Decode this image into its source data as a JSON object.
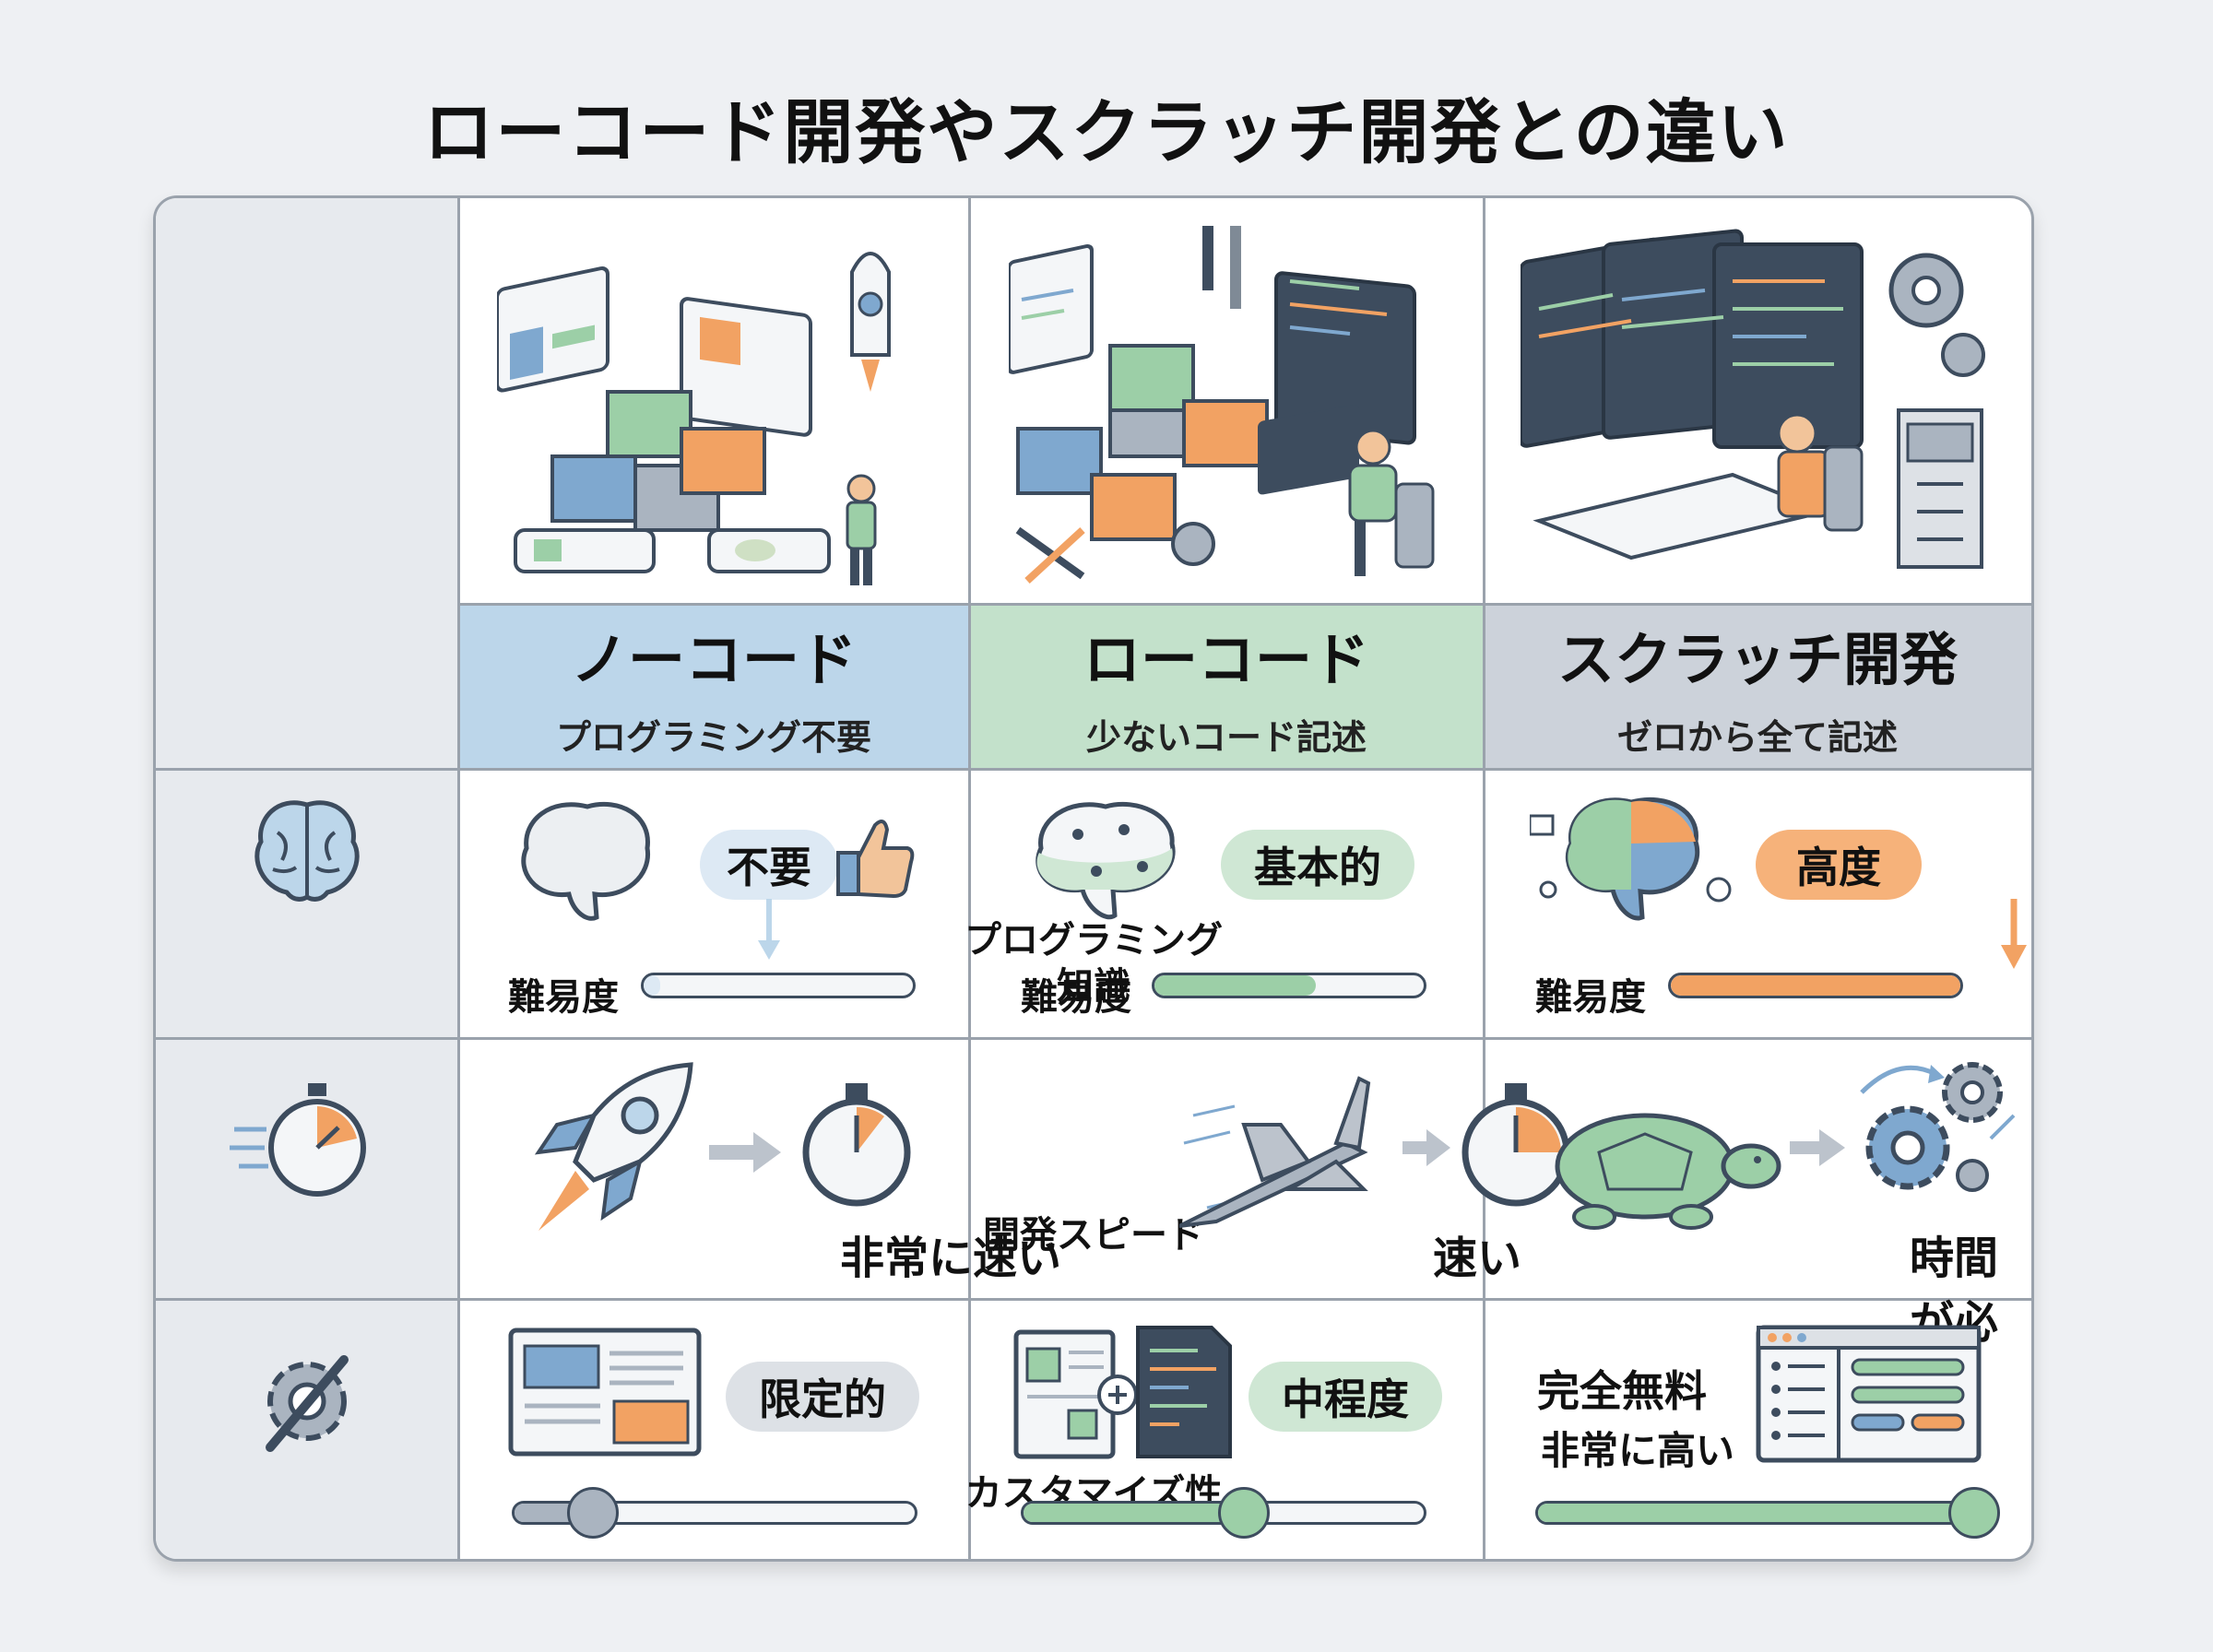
{
  "title": "ローコード開発やスクラッチ開発との違い",
  "columns": [
    {
      "name": "ノーコード",
      "sub": "プログラミング不要",
      "color": "#bcd6ea"
    },
    {
      "name": "ローコード",
      "sub": "少ないコード記述",
      "color": "#c3e1cb"
    },
    {
      "name": "スクラッチ開発",
      "sub": "ゼロから全て記述",
      "color": "#ccd2da"
    }
  ],
  "rows": {
    "knowledge": {
      "label_line1": "プログラミング",
      "label_line2": "知識",
      "icon": "brain-icon",
      "difficulty_label": "難易度",
      "values": [
        "不要",
        "基本的",
        "高度"
      ],
      "difficulty": [
        0.06,
        0.6,
        1.0
      ],
      "colors": [
        "#dde9f4",
        "#cfe7d4",
        "#f6b27a"
      ]
    },
    "speed": {
      "label": "開発スピード",
      "icon": "stopwatch-icon",
      "values": [
        "非常に速い",
        "速い",
        "時間が必要"
      ],
      "visuals": [
        "rocket-icon",
        "jet-icon",
        "turtle-icon"
      ]
    },
    "customization": {
      "label": "カスタマイズ性",
      "icon": "gear-wrench-icon",
      "values": [
        "限定的",
        "中程度",
        "完全無料"
      ],
      "value3_line2": "非常に高い",
      "level": [
        0.2,
        0.55,
        1.0
      ],
      "colors": [
        "#dde1e6",
        "#cfe7d4"
      ]
    }
  },
  "accent": {
    "green": "#9ccfa7",
    "orange": "#f2a263",
    "blue": "#7fa8cf",
    "dark": "#3d4c5e"
  }
}
